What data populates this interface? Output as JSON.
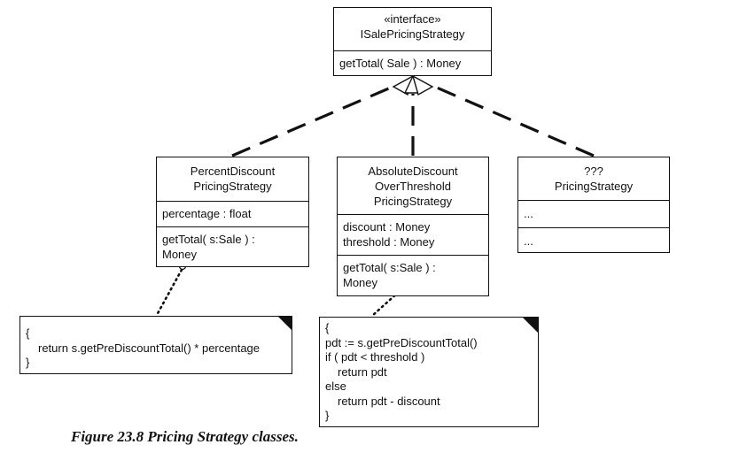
{
  "interface": {
    "stereotype": "«interface»",
    "name": "ISalePricingStrategy",
    "operation": "getTotal( Sale ) : Money"
  },
  "percent": {
    "name1": "PercentDiscount",
    "name2": "PricingStrategy",
    "attr1": "percentage : float",
    "op1": "getTotal( s:Sale ) :",
    "op2": "Money"
  },
  "absolute": {
    "name1": "AbsoluteDiscount",
    "name2": "OverThreshold",
    "name3": "PricingStrategy",
    "attr1": "discount : Money",
    "attr2": "threshold : Money",
    "op1": "getTotal( s:Sale ) :",
    "op2": "Money"
  },
  "unknown": {
    "name1": "???",
    "name2": "PricingStrategy",
    "attrs": "...",
    "ops": "..."
  },
  "note_percent": {
    "l1": "{",
    "l2": "return s.getPreDiscountTotal() * percentage",
    "l3": "}"
  },
  "note_absolute": {
    "l1": "{",
    "l2": "pdt := s.getPreDiscountTotal()",
    "l3": "if ( pdt < threshold )",
    "l4": "return pdt",
    "l5": "else",
    "l6": "return pdt - discount",
    "l7": "}"
  },
  "caption": "Figure 23.8 Pricing Strategy classes."
}
